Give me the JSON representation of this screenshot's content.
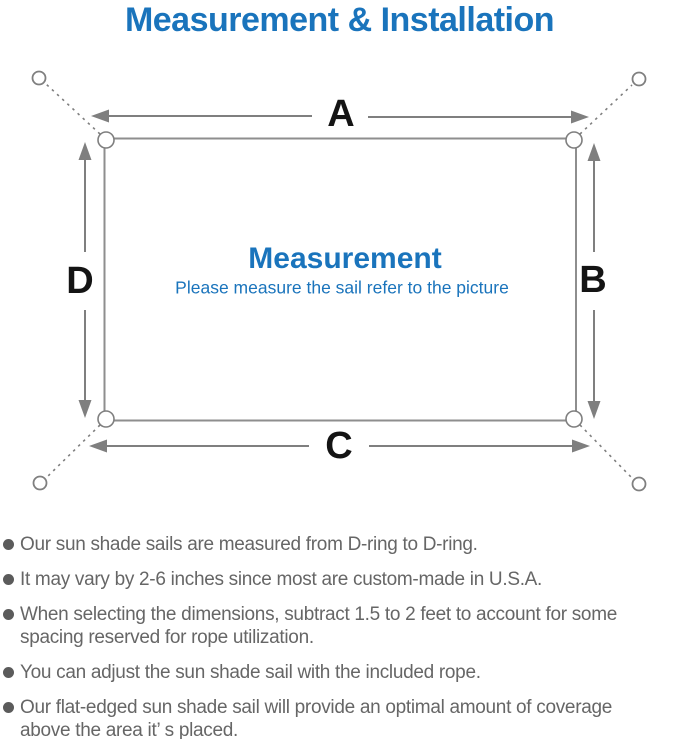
{
  "page": {
    "title": "Measurement & Installation"
  },
  "diagram": {
    "labels": {
      "top": "A",
      "right": "B",
      "bottom": "C",
      "left": "D"
    },
    "center": {
      "heading": "Measurement",
      "subheading": "Please measure the sail refer to the picture"
    }
  },
  "notes": {
    "items": [
      {
        "text": "Our sun shade sails are measured from D-ring to D-ring."
      },
      {
        "text": "It may vary by 2-6 inches since most are custom-made in U.S.A."
      },
      {
        "text": "When selecting the dimensions, subtract 1.5 to 2 feet to account for some spacing reserved for rope utilization."
      },
      {
        "text": "You can adjust the sun shade sail with the included rope."
      },
      {
        "text": "Our flat-edged sun shade sail will provide an optimal amount of coverage above the area it’ s placed."
      }
    ]
  },
  "colors": {
    "accent_blue": "#1a74bc",
    "note_text_gray": "#666666",
    "line_gray": "#7f7f7f",
    "label_black": "#141414"
  }
}
